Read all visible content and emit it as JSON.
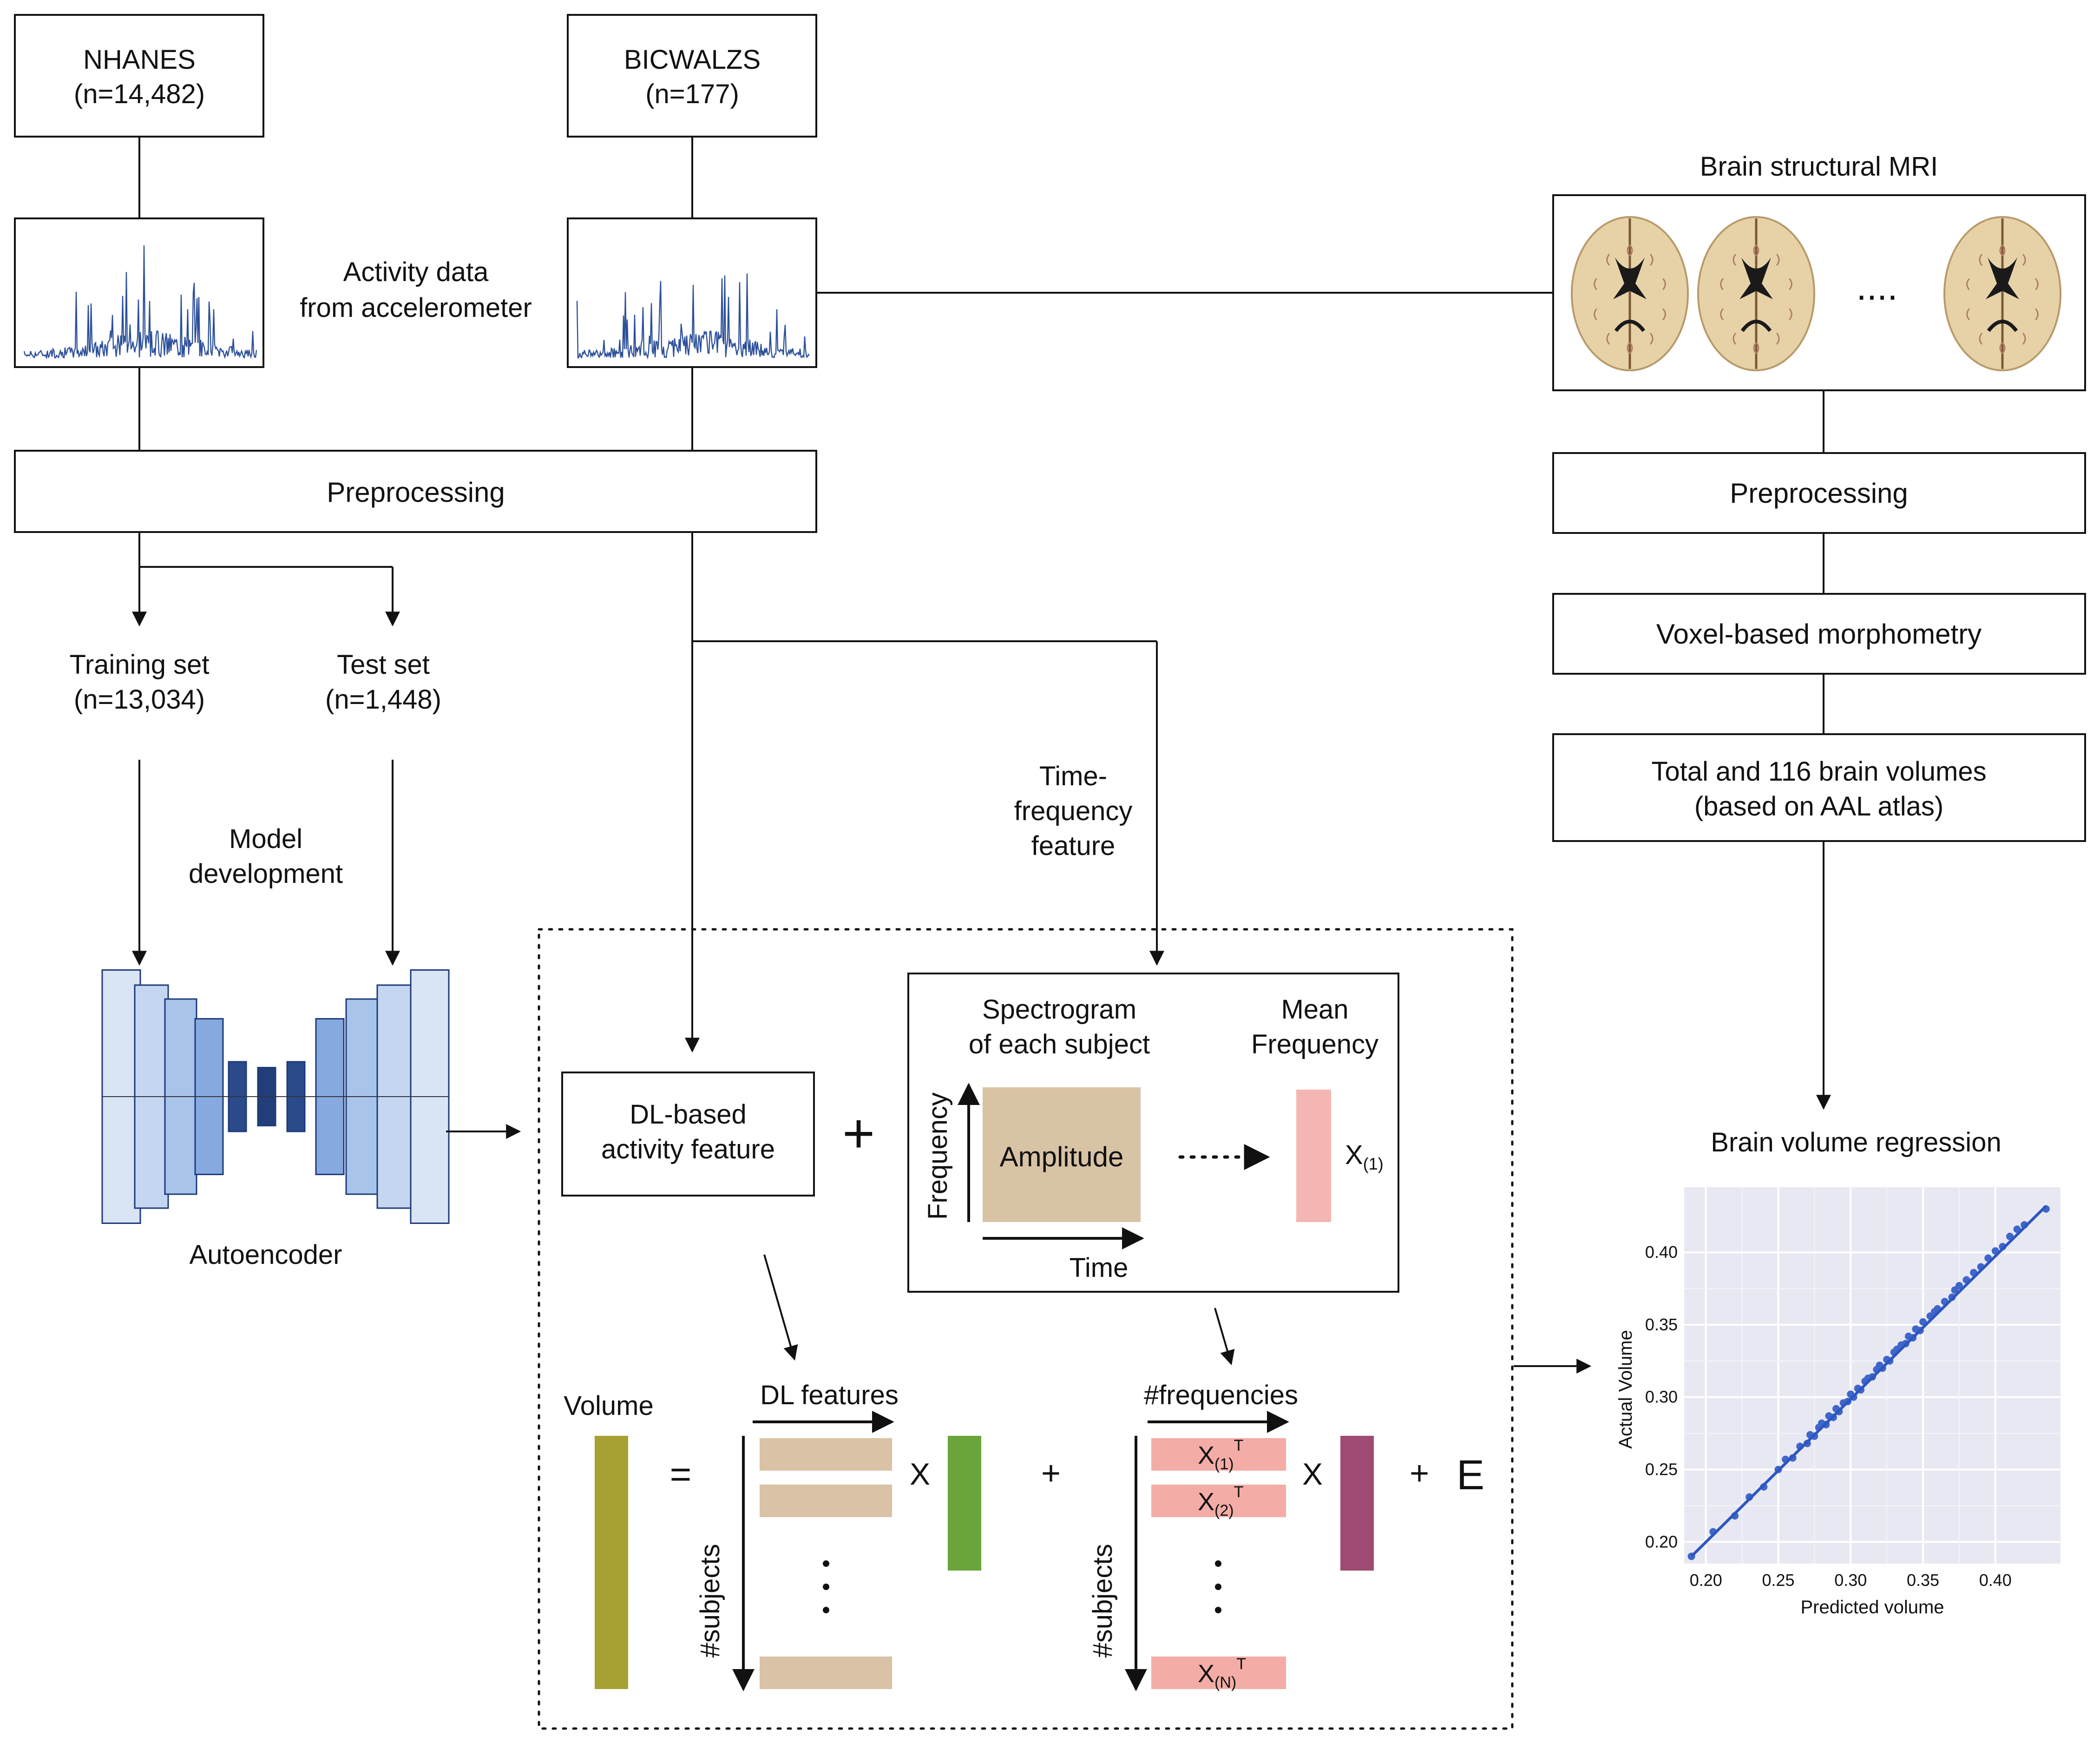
{
  "sources": {
    "nhanes": {
      "name": "NHANES",
      "n": "(n=14,482)"
    },
    "bicwalzs": {
      "name": "BICWALZS",
      "n": "(n=177)"
    }
  },
  "activity_label": [
    "Activity data",
    "from accelerometer"
  ],
  "mri": {
    "title": "Brain structural MRI",
    "ellipsis": "....",
    "steps": [
      "Preprocessing",
      "Voxel-based morphometry"
    ],
    "volumes": [
      "Total and 116 brain volumes",
      "(based on AAL atlas)"
    ]
  },
  "activity_preprocessing": "Preprocessing",
  "split": {
    "training": [
      "Training set",
      "(n=13,034)"
    ],
    "test": [
      "Test set",
      "(n=1,448)"
    ],
    "model_dev": [
      "Model",
      "development"
    ]
  },
  "autoencoder_label": "Autoencoder",
  "tf_feature": [
    "Time-",
    "frequency",
    "feature"
  ],
  "dl_feature": [
    "DL-based",
    "activity feature"
  ],
  "plus": "+",
  "spectrogram": {
    "title": [
      "Spectrogram",
      "of each subject"
    ],
    "mean_freq": [
      "Mean",
      "Frequency"
    ],
    "frequency_axis": "Frequency",
    "time_axis": "Time",
    "amplitude": "Amplitude",
    "x_label": "X",
    "x_sub": "(1)"
  },
  "equation": {
    "volume": "Volume",
    "equals": "=",
    "dl_features": "DL features",
    "subjects": "#subjects",
    "times": "X",
    "plus": "+",
    "frequencies": "#frequencies",
    "rows": [
      {
        "base": "X",
        "sub": "(1)",
        "sup": "T"
      },
      {
        "base": "X",
        "sub": "(2)",
        "sup": "T"
      },
      {
        "base": "X",
        "sub": "(N)",
        "sup": "T"
      }
    ],
    "error": "E"
  },
  "regression": {
    "title": "Brain volume regression",
    "xlabel": "Predicted volume",
    "ylabel": "Actual Volume"
  },
  "colors": {
    "activity_line": "#2b4f9a",
    "amplitude": "#d8c3a5",
    "mean_freq": "#f4b6b2",
    "dl_rows": "#d9c2a6",
    "freq_rows": "#f4aca6",
    "volume_bar": "#a6a132",
    "beta_bar": "#6aa43a",
    "gamma_bar": "#9e4a72",
    "plot_bg": "#e8e8f2",
    "point": "#3f66c9",
    "brain": "#e7d2a8"
  },
  "chart_data": {
    "type": "scatter",
    "title": "Brain volume regression",
    "xlabel": "Predicted volume",
    "ylabel": "Actual Volume",
    "xlim": [
      0.185,
      0.445
    ],
    "ylim": [
      0.185,
      0.445
    ],
    "xticks": [
      "0.20",
      "0.25",
      "0.30",
      "0.35",
      "0.40"
    ],
    "yticks": [
      "0.20",
      "0.25",
      "0.30",
      "0.35",
      "0.40"
    ],
    "grid": true,
    "fit_line": {
      "x": [
        0.19,
        0.435
      ],
      "y": [
        0.19,
        0.432
      ]
    },
    "points": [
      [
        0.19,
        0.19
      ],
      [
        0.205,
        0.207
      ],
      [
        0.22,
        0.218
      ],
      [
        0.23,
        0.231
      ],
      [
        0.24,
        0.238
      ],
      [
        0.25,
        0.25
      ],
      [
        0.255,
        0.257
      ],
      [
        0.26,
        0.258
      ],
      [
        0.265,
        0.266
      ],
      [
        0.27,
        0.268
      ],
      [
        0.272,
        0.274
      ],
      [
        0.275,
        0.273
      ],
      [
        0.278,
        0.279
      ],
      [
        0.28,
        0.282
      ],
      [
        0.283,
        0.281
      ],
      [
        0.285,
        0.287
      ],
      [
        0.288,
        0.286
      ],
      [
        0.29,
        0.292
      ],
      [
        0.292,
        0.29
      ],
      [
        0.295,
        0.296
      ],
      [
        0.298,
        0.297
      ],
      [
        0.3,
        0.302
      ],
      [
        0.302,
        0.3
      ],
      [
        0.305,
        0.306
      ],
      [
        0.307,
        0.305
      ],
      [
        0.31,
        0.311
      ],
      [
        0.312,
        0.313
      ],
      [
        0.315,
        0.314
      ],
      [
        0.318,
        0.319
      ],
      [
        0.32,
        0.322
      ],
      [
        0.322,
        0.32
      ],
      [
        0.325,
        0.326
      ],
      [
        0.327,
        0.325
      ],
      [
        0.33,
        0.331
      ],
      [
        0.332,
        0.333
      ],
      [
        0.335,
        0.336
      ],
      [
        0.338,
        0.337
      ],
      [
        0.34,
        0.342
      ],
      [
        0.343,
        0.341
      ],
      [
        0.345,
        0.347
      ],
      [
        0.348,
        0.346
      ],
      [
        0.35,
        0.352
      ],
      [
        0.355,
        0.356
      ],
      [
        0.358,
        0.359
      ],
      [
        0.36,
        0.361
      ],
      [
        0.365,
        0.366
      ],
      [
        0.37,
        0.369
      ],
      [
        0.372,
        0.374
      ],
      [
        0.375,
        0.377
      ],
      [
        0.38,
        0.381
      ],
      [
        0.385,
        0.386
      ],
      [
        0.39,
        0.39
      ],
      [
        0.395,
        0.396
      ],
      [
        0.4,
        0.401
      ],
      [
        0.405,
        0.404
      ],
      [
        0.41,
        0.411
      ],
      [
        0.415,
        0.416
      ],
      [
        0.42,
        0.419
      ],
      [
        0.435,
        0.43
      ]
    ]
  }
}
